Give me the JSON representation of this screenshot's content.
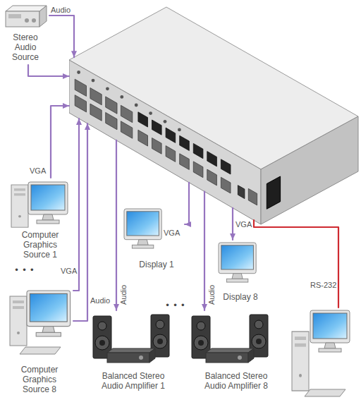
{
  "diagram": {
    "nodes": [
      {
        "text": [
          "Stereo Audio Source"
        ]
      },
      {
        "text": []
      },
      {
        "text": [
          "Computer Graphics Source 1"
        ]
      },
      {
        "text": [
          "Display 1"
        ]
      },
      {
        "text": [
          "Display 8"
        ]
      },
      {
        "text": [
          "Computer Graphics Source 8"
        ]
      },
      {
        "text": [
          "Balanced Stereo Audio Amplifier 1"
        ]
      },
      {
        "text": [
          "Balanced Stereo Audio Amplifier 8"
        ]
      },
      {
        "text": []
      }
    ],
    "edges": [
      {
        "from": 0,
        "to": 1,
        "label": "Audio",
        "arrow": "to"
      },
      {
        "from": 0,
        "to": 1,
        "arrow": "to"
      },
      {
        "from": 2,
        "to": 1,
        "label": "VGA",
        "arrow": "to"
      },
      {
        "from": 5,
        "to": 1,
        "label": "VGA",
        "arrow": "to"
      },
      {
        "from": 5,
        "to": 1,
        "label": "Audio",
        "arrow": "to"
      },
      {
        "from": 1,
        "to": 3,
        "label": "VGA",
        "arrow": "to"
      },
      {
        "from": 1,
        "to": 4,
        "label": "VGA",
        "arrow": "to"
      },
      {
        "from": 1,
        "to": 6,
        "label": "Audio",
        "arrow": "to"
      },
      {
        "from": 1,
        "to": 7,
        "label": "Audio",
        "arrow": "to"
      },
      {
        "from": 1,
        "to": 8,
        "label": "RS-232",
        "arrow": "none"
      }
    ],
    "labels": [
      "• • •",
      "• • •"
    ]
  }
}
